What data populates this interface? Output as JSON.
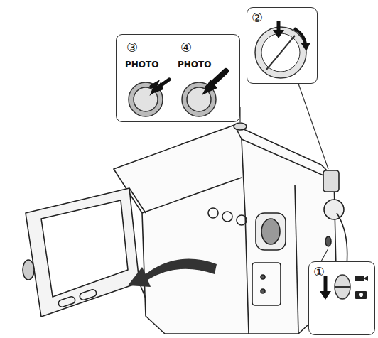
{
  "diagram": {
    "nodes": [
      {
        "text": [
          "③",
          "PHOTO",
          "④",
          "PHOTO"
        ]
      },
      {
        "text": [
          "②"
        ]
      },
      {
        "text": [
          "①"
        ]
      }
    ]
  }
}
